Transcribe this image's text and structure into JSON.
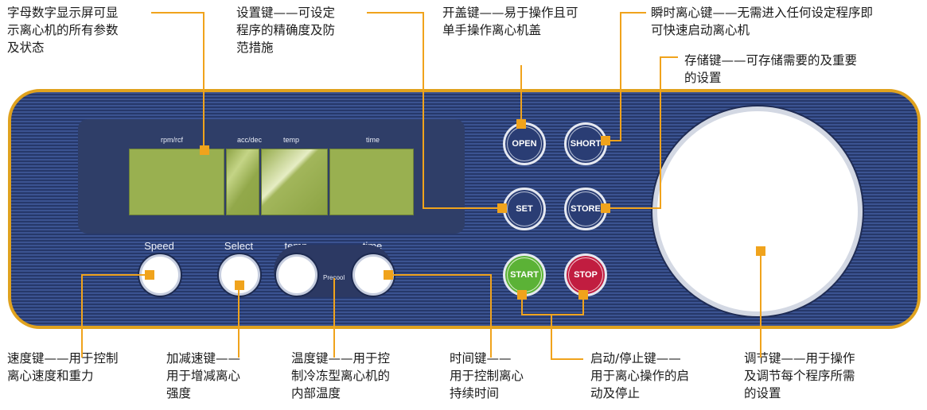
{
  "callouts": {
    "display": [
      "字母数字显示屏可显",
      "示离心机的所有参数",
      "及状态"
    ],
    "set": [
      "设置键——可设定",
      "程序的精确度及防",
      "范措施"
    ],
    "open": [
      "开盖键——易于操作且可",
      "单手操作离心机盖"
    ],
    "short": [
      "瞬时离心键——无需进入任何设定程序即",
      "可快速启动离心机"
    ],
    "store": [
      "存储键——可存储需要的及重要",
      "的设置"
    ],
    "speed": [
      "速度键——用于控制",
      "离心速度和重力"
    ],
    "select": [
      "加减速键——",
      "用于增减离心",
      "强度"
    ],
    "temp": [
      "温度键——用于控",
      "制冷冻型离心机的",
      "内部温度"
    ],
    "time": [
      "时间键——",
      "用于控制离心",
      "持续时间"
    ],
    "startstop": [
      "启动/停止键——",
      "用于离心操作的启",
      "动及停止"
    ],
    "dial": [
      "调节键——用于操作",
      "及调节每个程序所需",
      "的设置"
    ]
  },
  "display": {
    "labels": [
      "rpm/rcf",
      "acc/dec",
      "temp",
      "time"
    ]
  },
  "panel_buttons": {
    "speed": "Speed",
    "select": "Select",
    "temp": "temp",
    "time": "time",
    "precool": "Precool",
    "open": "OPEN",
    "short": "SHORT",
    "set": "SET",
    "store": "STORE",
    "start": "START",
    "stop": "STOP"
  },
  "colors": {
    "panel_blue": "#2f4580",
    "panel_border": "#e0a21e",
    "leader_line": "#f0a31c",
    "start_green": "#5bb236",
    "stop_red": "#c11d40",
    "lcd_green": "#99b050"
  }
}
